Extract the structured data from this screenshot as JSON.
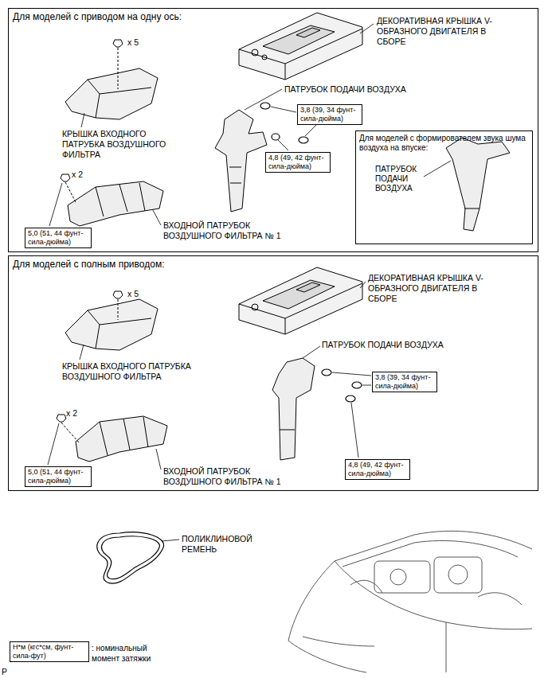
{
  "diagram": {
    "nodes": [
      {
        "text": [
          "Для моделей с приводом на одну ось:"
        ]
      },
      {
        "text": [
          "3,8 (39, 34 фунт-сила-дюйма)"
        ],
        "in": 0
      },
      {
        "text": [
          "Для моделей с формирователем звука шума воздуха на впуске:",
          "ПАТРУБОК ПОДАЧИ ВОЗДУХА"
        ],
        "in": 0
      },
      {
        "text": [
          "4,8 (49, 42 фунт-сила-дюйма)"
        ],
        "in": 0
      },
      {
        "text": [
          "5,0 (51, 44 фунт-сила-дюйма)"
        ],
        "in": 0
      },
      {
        "text": [
          "Для моделей с полным приводом:"
        ]
      },
      {
        "text": [
          "3,8 (39, 34 фунт-сила-дюйма)"
        ],
        "in": 5
      },
      {
        "text": [
          "4,8 (49, 42 фунт-сила-дюйма)"
        ],
        "in": 5
      },
      {
        "text": [
          "5,0 (51, 44 фунт-сила-дюйма)"
        ],
        "in": 5
      },
      {
        "text": [
          "Н*м (кгс*см, фунт-сила-фут)"
        ]
      }
    ],
    "labels": [
      "ДЕКОРАТИВНАЯ КРЫШКА V-ОБРАЗНОГО ДВИГАТЕЛЯ В СБОРЕ",
      "x 5",
      "ПАТРУБОК ПОДАЧИ ВОЗДУХА",
      "КРЫШКА ВХОДНОГО ПАТРУБКА ВОЗДУШНОГО ФИЛЬТРА",
      "x 2",
      "ВХОДНОЙ ПАТРУБОК ВОЗДУШНОГО ФИЛЬТРА № 1",
      "ДЕКОРАТИВНАЯ КРЫШКА V-ОБРАЗНОГО ДВИГАТЕЛЯ В СБОРЕ",
      "x 5",
      "ПАТРУБОК ПОДАЧИ ВОЗДУХА",
      "КРЫШКА ВХОДНОГО ПАТРУБКА ВОЗДУШНОГО ФИЛЬТРА",
      "x 2",
      "ВХОДНОЙ ПАТРУБОК ВОЗДУШНОГО ФИЛЬТРА № 1",
      "ПОЛИКЛИНОВОЙ РЕМЕНЬ",
      "P"
    ],
    "legend": [
      {
        "text": ": номинальный момент затяжки"
      }
    ]
  }
}
